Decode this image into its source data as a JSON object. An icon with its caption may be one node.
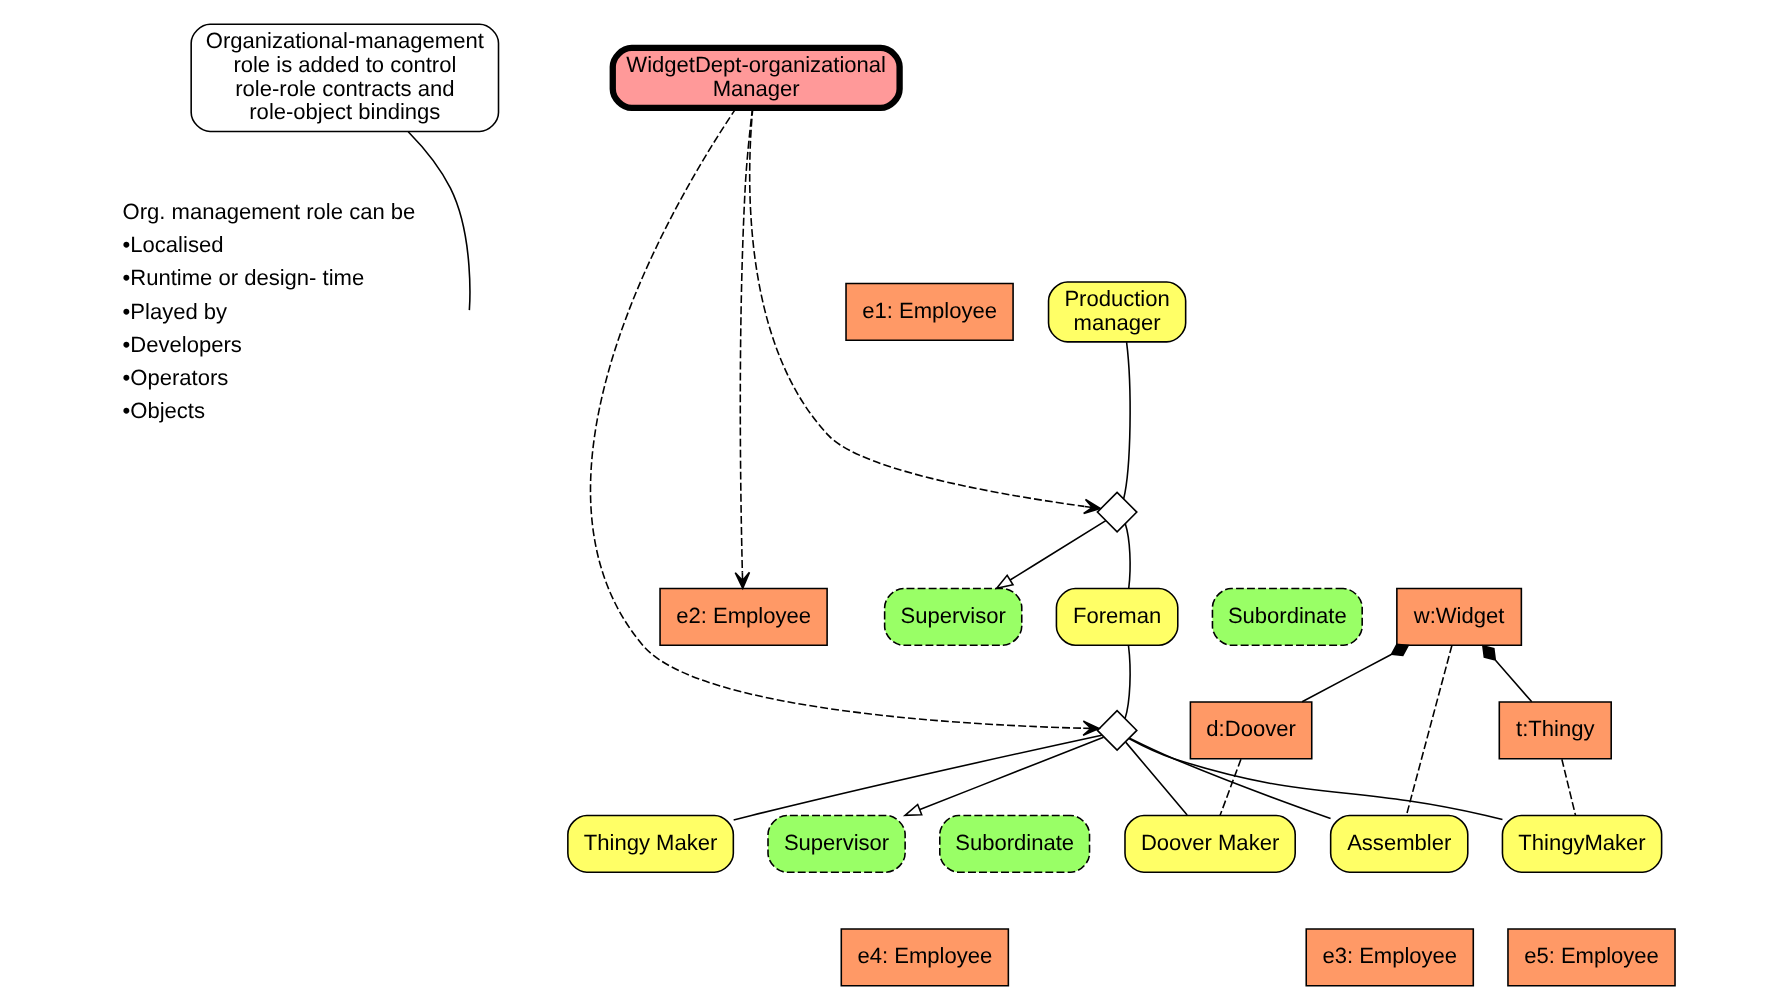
{
  "diagram": {
    "nodes": [
      {
        "text": [
          "Organizational-management role is added to control role-role contracts and role-object bindings"
        ]
      },
      {
        "text": [
          "w:Widget"
        ]
      },
      {
        "text": [
          "WidgetDept-organizational Manager"
        ]
      },
      {
        "text": [
          "e1: Employee"
        ]
      },
      {
        "text": [
          "Production manager"
        ]
      },
      {
        "text": [],
        "shape": "diamond"
      },
      {
        "text": [
          "Supervisor"
        ]
      },
      {
        "text": [
          "Subordinate"
        ]
      },
      {
        "text": [
          "e2: Employee"
        ]
      },
      {
        "text": [
          "Foreman"
        ]
      },
      {
        "text": [
          "t:Thingy"
        ]
      },
      {
        "text": [
          "d:Doover"
        ]
      },
      {
        "text": [],
        "shape": "diamond"
      },
      {
        "text": [
          "Supervisor"
        ]
      },
      {
        "text": [
          "Subordinate"
        ]
      },
      {
        "text": [
          "Assembler"
        ]
      },
      {
        "text": [
          "e3: Employee"
        ]
      },
      {
        "text": [
          "Doover Maker"
        ]
      },
      {
        "text": [
          "Thingy Maker"
        ]
      },
      {
        "text": [
          "e4: Employee"
        ]
      },
      {
        "text": [
          "ThingyMaker"
        ]
      },
      {
        "text": [
          "e5: Employee"
        ]
      }
    ],
    "edges": [
      {
        "from": 0,
        "to": null,
        "arrow": "none"
      },
      {
        "from": 1,
        "to": 10,
        "arrow": "other"
      },
      {
        "from": 1,
        "to": 11,
        "arrow": "other"
      },
      {
        "from": 1,
        "to": 15,
        "arrow": "none",
        "style": "dashed"
      },
      {
        "from": 4,
        "to": 5,
        "arrow": "none"
      },
      {
        "from": 9,
        "to": 5,
        "arrow": "none"
      },
      {
        "from": 5,
        "to": 6,
        "arrow": "to"
      },
      {
        "from": 2,
        "to": 5,
        "arrow": "to",
        "style": "dashed"
      },
      {
        "from": 2,
        "to": 8,
        "arrow": "to",
        "style": "dashed"
      },
      {
        "from": 2,
        "to": 12,
        "arrow": "to",
        "style": "dashed"
      },
      {
        "from": 9,
        "to": 12,
        "arrow": "none"
      },
      {
        "from": 12,
        "to": 13,
        "arrow": "to"
      },
      {
        "from": 12,
        "to": 15,
        "arrow": "none"
      },
      {
        "from": 12,
        "to": 17,
        "arrow": "none"
      },
      {
        "from": 12,
        "to": 18,
        "arrow": "none"
      },
      {
        "from": 12,
        "to": 20,
        "arrow": "none"
      },
      {
        "from": 10,
        "to": 20,
        "arrow": "none",
        "style": "dashed"
      },
      {
        "from": 11,
        "to": 17,
        "arrow": "none",
        "style": "dashed"
      }
    ],
    "labels": [
      "Org. management role can be",
      "•Localised",
      "•Runtime or design- time",
      "•Played by",
      "•Developers",
      "•Operators",
      "•Objects"
    ]
  }
}
